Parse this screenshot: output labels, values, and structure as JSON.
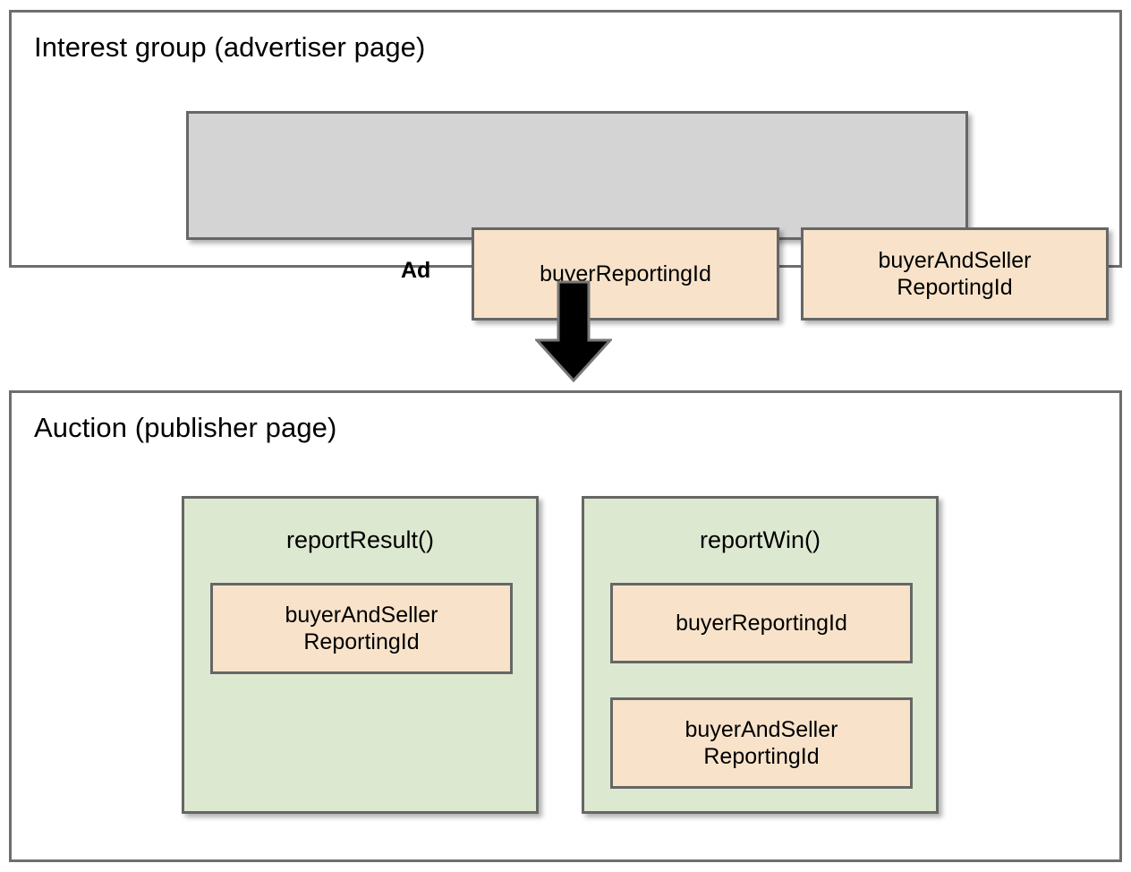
{
  "diagram": {
    "title_semantics": "protected-audience-reporting-ids-flow",
    "colors": {
      "frame_border": "#6e6e6e",
      "node_border": "#666666",
      "grey_fill": "#d4d4d4",
      "peach_fill": "#f8e3ca",
      "green_fill": "#dde8d1",
      "arrow_fill": "#000000",
      "background": "#ffffff"
    }
  },
  "advertiser_section": {
    "title": "Interest group (advertiser page)",
    "ad": {
      "label": "Ad",
      "fields": [
        {
          "label": "buyerReportingId"
        },
        {
          "label": "buyerAndSeller\nReportingId"
        }
      ]
    }
  },
  "arrow": {
    "icon": "arrow-down-icon",
    "direction": "down"
  },
  "auction_section": {
    "title": "Auction (publisher page)",
    "functions": [
      {
        "name": "reportResult()",
        "fields": [
          {
            "label": "buyerAndSeller\nReportingId"
          }
        ]
      },
      {
        "name": "reportWin()",
        "fields": [
          {
            "label": "buyerReportingId"
          },
          {
            "label": "buyerAndSeller\nReportingId"
          }
        ]
      }
    ]
  }
}
